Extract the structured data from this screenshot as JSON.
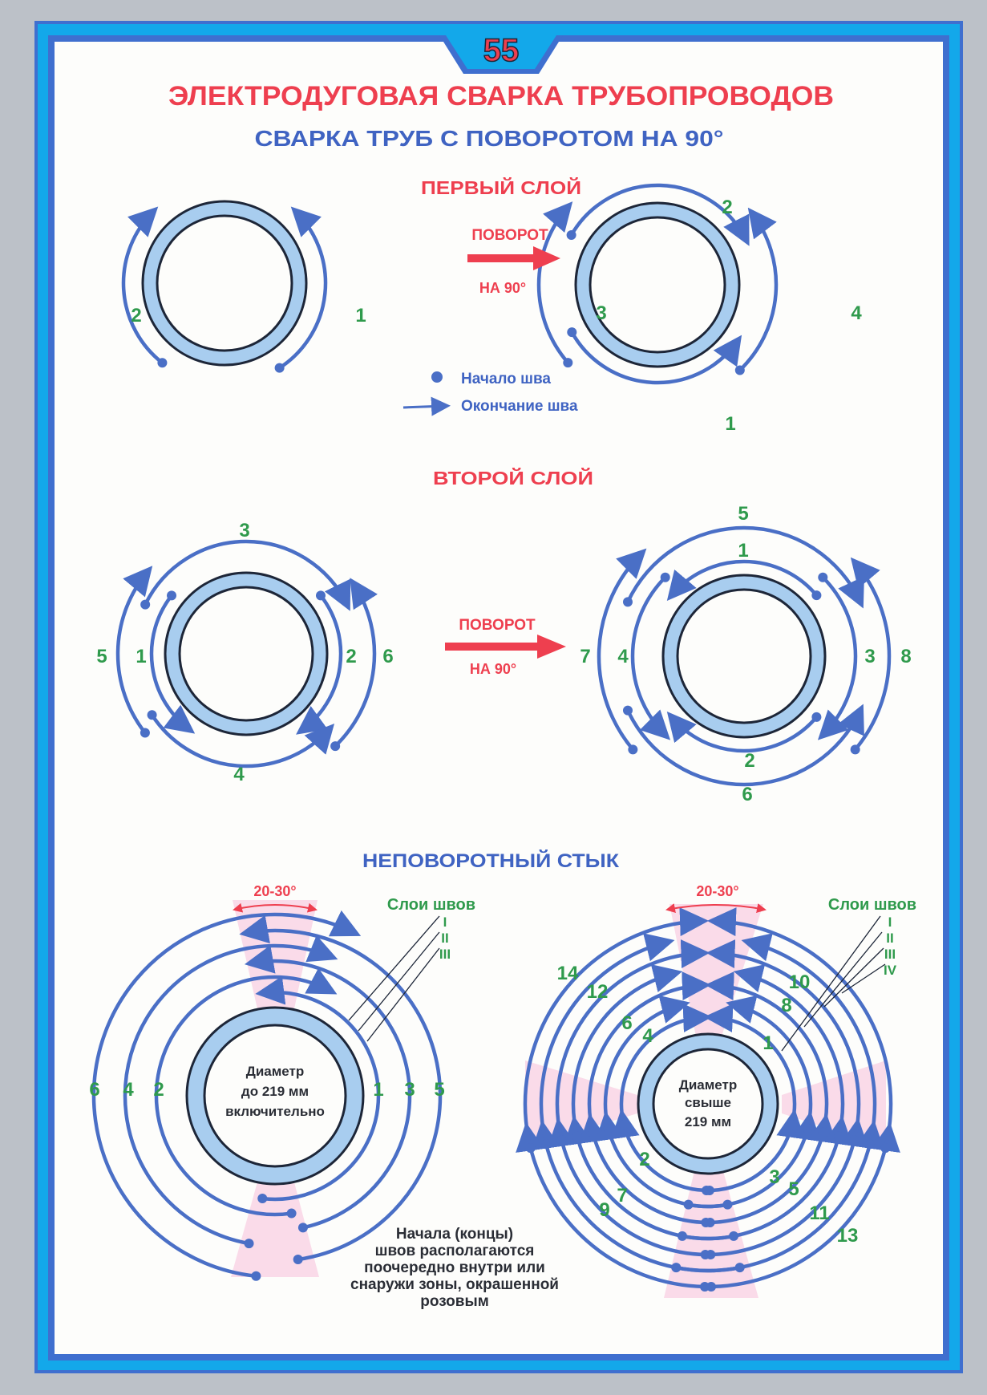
{
  "page_number": "55",
  "title": "ЭЛЕКТРОДУГОВАЯ СВАРКА ТРУБОПРОВОДОВ",
  "subtitle": "СВАРКА ТРУБ С ПОВОРОТОМ НА 90°",
  "section1": {
    "heading": "ПЕРВЫЙ СЛОЙ",
    "rotate_top": "ПОВОРОТ",
    "rotate_bottom": "НА 90°",
    "left_labels": [
      "2",
      "1"
    ],
    "right_labels": [
      "2",
      "3",
      "4",
      "1"
    ]
  },
  "legend": {
    "start": "Начало шва",
    "end": "Окончание шва"
  },
  "section2": {
    "heading": "ВТОРОЙ СЛОЙ",
    "rotate_top": "ПОВОРОТ",
    "rotate_bottom": "НА 90°",
    "left_labels": [
      "3",
      "5",
      "1",
      "2",
      "6",
      "4"
    ],
    "right_labels": [
      "5",
      "1",
      "7",
      "4",
      "3",
      "8",
      "2",
      "6"
    ]
  },
  "section3": {
    "heading": "НЕПОВОРОТНЫЙ СТЫК",
    "left": {
      "angle": "20-30°",
      "layers_title": "Слои швов",
      "layers": [
        "I",
        "II",
        "III"
      ],
      "pipe_text": [
        "Диаметр",
        "до 219 мм",
        "включительно"
      ],
      "labels": [
        "6",
        "4",
        "2",
        "1",
        "3",
        "5"
      ]
    },
    "right": {
      "angle": "20-30°",
      "layers_title": "Слои швов",
      "layers": [
        "I",
        "II",
        "III",
        "IV"
      ],
      "pipe_text": [
        "Диаметр",
        "свыше",
        "219 мм"
      ],
      "labels": [
        "14",
        "12",
        "10",
        "8",
        "6",
        "4",
        "1",
        "2",
        "3",
        "5",
        "7",
        "9",
        "11",
        "13"
      ]
    },
    "note": [
      "Начала (концы)",
      "швов располагаются",
      "поочередно внутри или",
      "снаружи зоны, окрашенной",
      "розовым"
    ]
  },
  "colors": {
    "title_red": "#ee3f4f",
    "heading_blue": "#3f63c2",
    "label_green": "#2f9a4c",
    "seam_blue": "#4a6fc6",
    "pipe_fill": "#a8cdef",
    "zone_pink": "#fadbe9",
    "frame_blue": "#3f6fcf",
    "frame_cyan": "#13a8ea"
  }
}
